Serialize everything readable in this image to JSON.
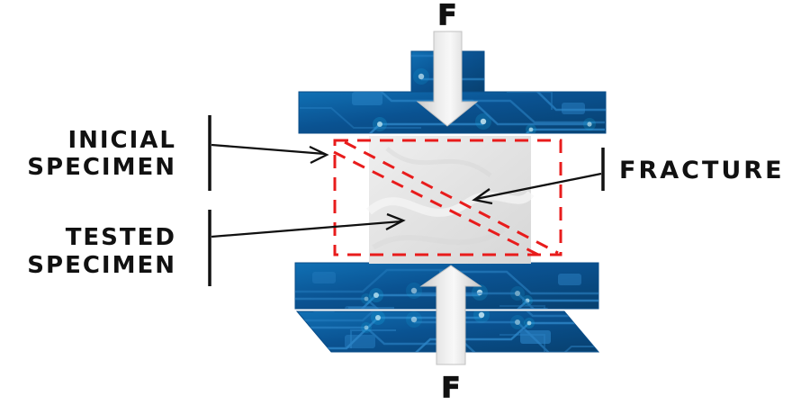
{
  "diagram_type": "compression-test-fracture-diagram",
  "force": {
    "top_label": "F",
    "bottom_label": "F"
  },
  "annotations": {
    "initial_specimen": {
      "line1": "INICIAL",
      "line2": "SPECIMEN"
    },
    "tested_specimen": {
      "line1": "TESTED",
      "line2": "SPECIMEN"
    },
    "fracture": {
      "label": "FRACTURE"
    }
  },
  "colors": {
    "plate_blue_light": "#1070b4",
    "plate_blue": "#0a5291",
    "plate_blue_dark": "#07406f",
    "circuit_trace": "#2e86c8",
    "glow_cyan": "#c9f4ff",
    "force_arrow_gray": "#e6e6e6",
    "specimen_gray": "#e3e3e3",
    "outline_red": "#e81c1c",
    "annotation_black": "#111111"
  }
}
